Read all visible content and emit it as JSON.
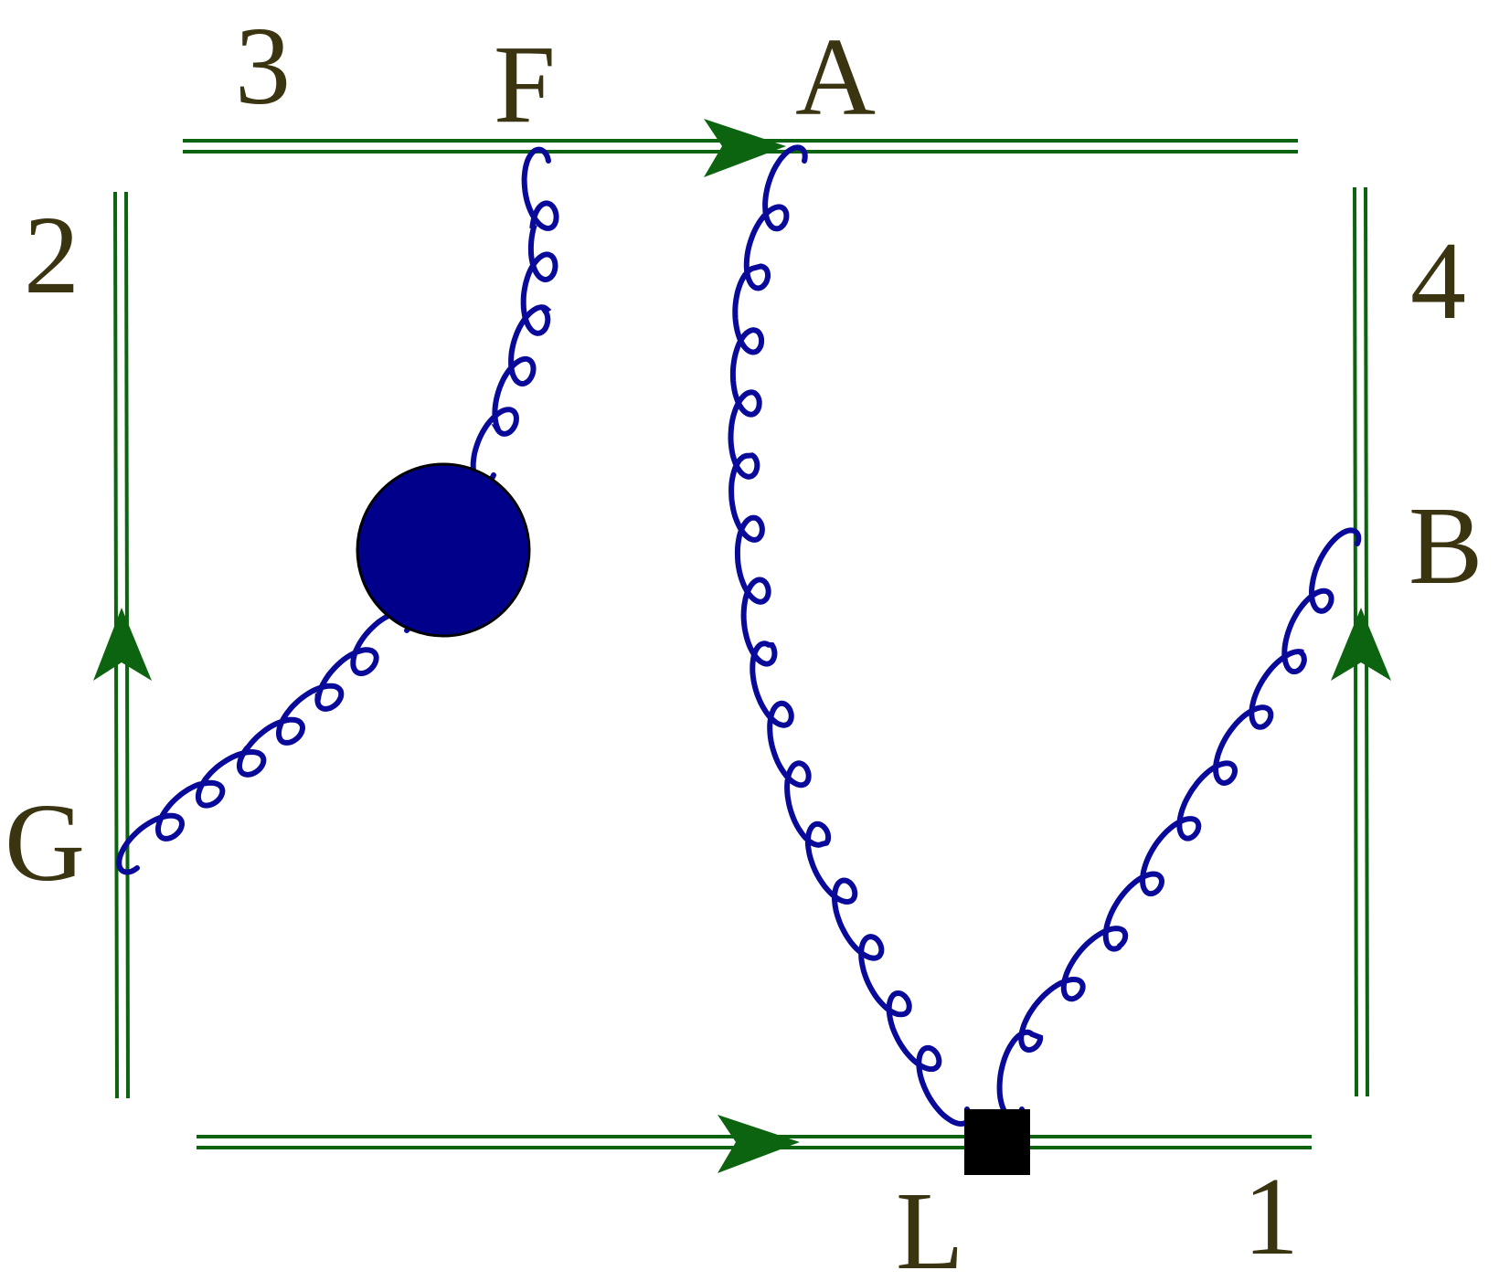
{
  "labels": {
    "side_3": "3",
    "vertex_F": "F",
    "vertex_A": "A",
    "side_2": "2",
    "side_4": "4",
    "vertex_B": "B",
    "vertex_G": "G",
    "vertex_L": "L",
    "side_1": "1"
  },
  "colors": {
    "wilson_line": "#0d6410",
    "gluon": "#0a0a9a",
    "blob": "#00008b",
    "vertex_marker": "#000000",
    "label_text": "#3a3410"
  }
}
